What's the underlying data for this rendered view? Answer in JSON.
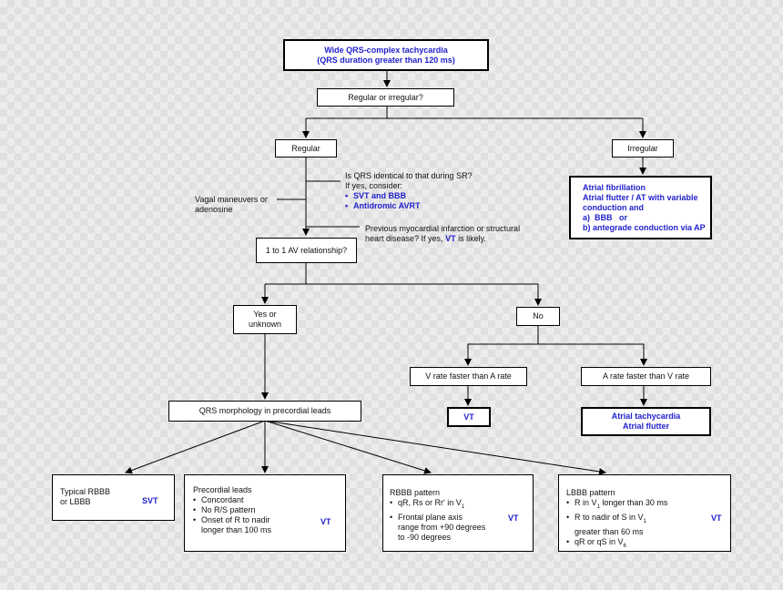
{
  "root": {
    "line1": "Wide QRS-complex tachycardia",
    "line2": "(QRS duration greater than 120 ms)"
  },
  "regular_or_irregular": "Regular or irregular?",
  "regular": "Regular",
  "irregular": "Irregular",
  "irregular_result": {
    "l1": "Atrial fibrillation",
    "l2": "Atrial flutter / AT with variable",
    "l3": "conduction and",
    "l4": "a)  BBB   or",
    "l5": "b)  antegrade conduction via AP"
  },
  "qrs_identical": {
    "q": "Is QRS identical to that during SR?",
    "ifyes": "If yes, consider:",
    "items": [
      "SVT and BBB",
      "Antidromic AVRT"
    ]
  },
  "vagal": {
    "l1": "Vagal maneuvers or",
    "l2": "adenosine"
  },
  "previous_mi": {
    "l1": "Previous myocardial infarction or structural",
    "l2": "heart disease? If yes, ",
    "vt": "VT",
    "l3": " is likely."
  },
  "av_relationship": "1 to 1 AV relationship?",
  "yes_unknown": {
    "l1": "Yes or",
    "l2": "unknown"
  },
  "no": "No",
  "v_faster": "V rate faster than A rate",
  "a_faster": "A rate faster than V rate",
  "vt_label": "VT",
  "svt_label": "SVT",
  "atrial_result": {
    "l1": "Atrial tachycardia",
    "l2": "Atrial flutter"
  },
  "qrs_morphology": "QRS morphology in precordial leads",
  "typical": {
    "l1": "Typical RBBB",
    "l2": "or LBBB"
  },
  "precordial": {
    "title": "Precordial leads",
    "items": [
      "Concordant",
      "No R/S pattern",
      "Onset of R to nadir"
    ],
    "cont": "longer than 100 ms"
  },
  "rbbb": {
    "title": "RBBB pattern",
    "i1a": "qR, Rs or Rr' in V",
    "i1sub": "1",
    "i2": "Frontal plane axis",
    "c1": "range from +90 degrees",
    "c2": "to -90 degrees"
  },
  "lbbb": {
    "title": "LBBB pattern",
    "i1a": "R in V",
    "i1sub": "1",
    "i1b": " longer than 30 ms",
    "i2a": "R to nadir of S in V",
    "i2sub": "1",
    "c1": "greater than 60 ms",
    "i3a": "qR or qS in V",
    "i3sub": "6"
  }
}
